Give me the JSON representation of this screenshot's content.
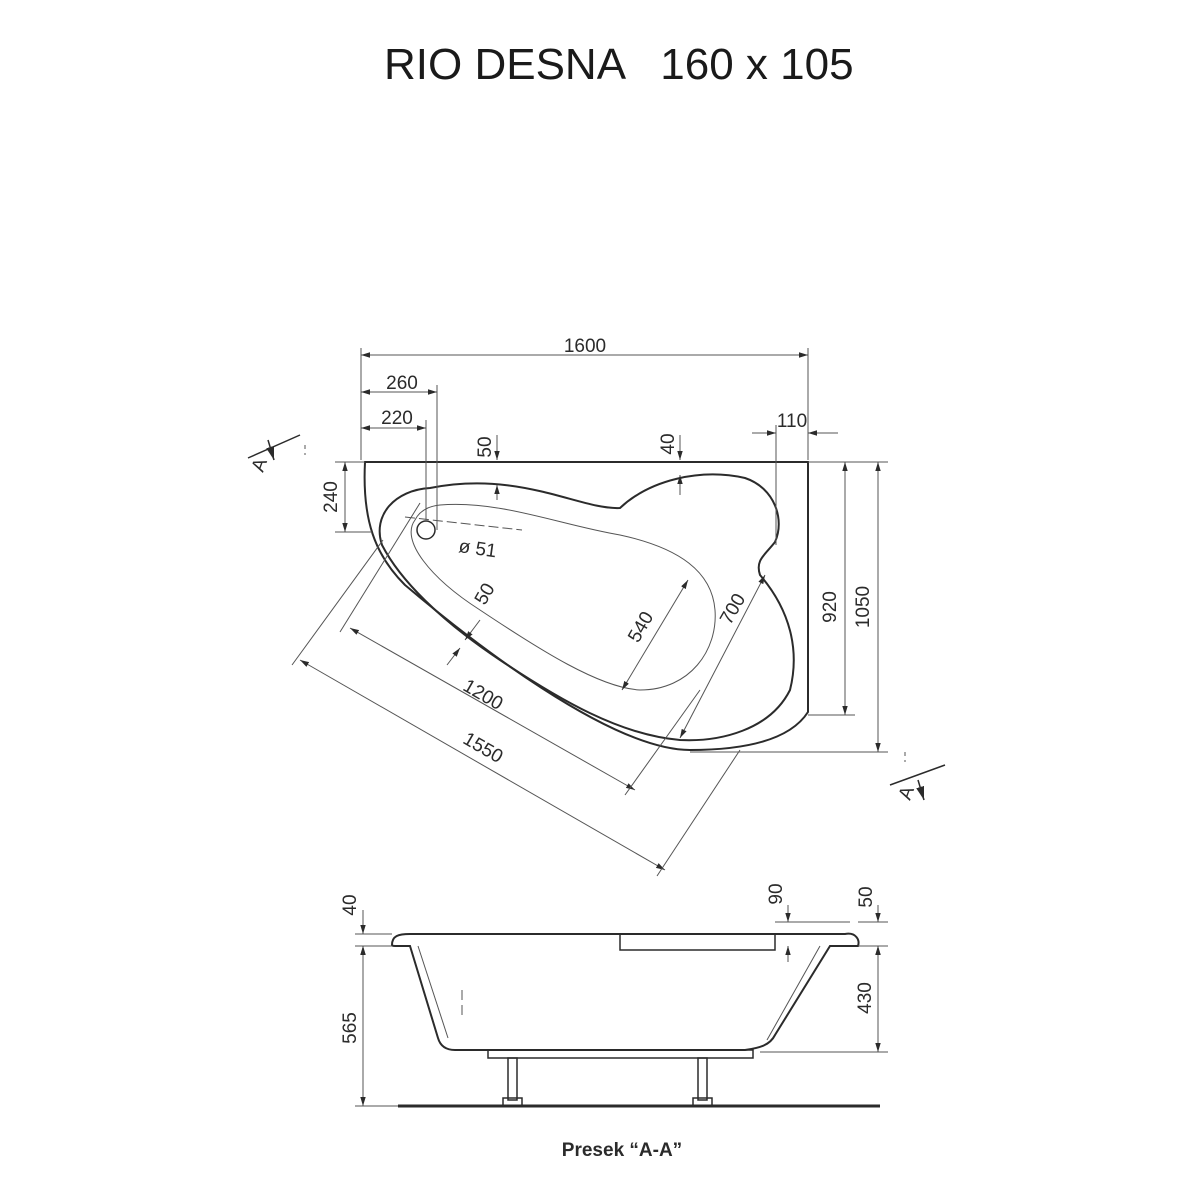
{
  "title": "RIO DESNA   160 x 105",
  "plan": {
    "dim_1600": "1600",
    "dim_260": "260",
    "dim_220": "220",
    "dim_110": "110",
    "dim_50_top": "50",
    "dim_40_top": "40",
    "dim_240": "240",
    "dim_920": "920",
    "dim_1050": "1050",
    "dim_d51": "ø 51",
    "dim_50_mid": "50",
    "dim_540": "540",
    "dim_700": "700",
    "dim_1200": "1200",
    "dim_1550": "1550",
    "section_mark": "A"
  },
  "section": {
    "dim_40": "40",
    "dim_565": "565",
    "dim_90": "90",
    "dim_50": "50",
    "dim_430": "430",
    "caption": "Presek “A-A”"
  }
}
